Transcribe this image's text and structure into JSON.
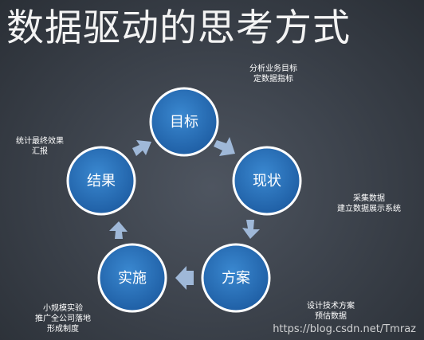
{
  "title": "数据驱动的思考方式",
  "nodes": {
    "goal": "目标",
    "status": "现状",
    "plan": "方案",
    "implement": "实施",
    "result": "结果"
  },
  "notes": {
    "goal": [
      "分析业务目标",
      "定数据指标"
    ],
    "status": [
      "采集数据",
      "建立数据展示系统"
    ],
    "plan": [
      "设计技术方案",
      "预估数据"
    ],
    "implement": [
      "小规模实验",
      "推广全公司落地",
      "形成制度"
    ],
    "result": [
      "统计最终效果",
      "汇报"
    ]
  },
  "watermark": "https://blog.csdn.net/Tmraz"
}
